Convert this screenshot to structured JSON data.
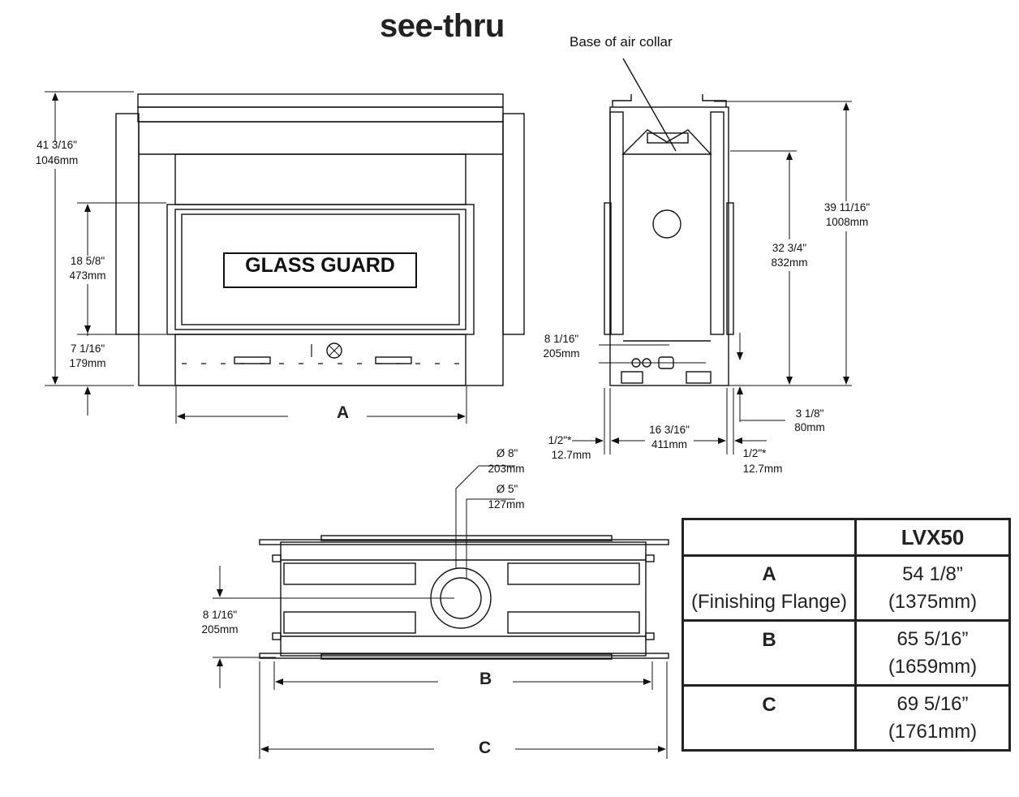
{
  "title": "see-thru",
  "front_view": {
    "glass_label": "GLASS GUARD",
    "dim_total_height": {
      "imperial": "41 3/16\"",
      "metric": "1046mm"
    },
    "dim_glass_height": {
      "imperial": "18 5/8\"",
      "metric": "473mm"
    },
    "dim_base_height": {
      "imperial": "7 1/16\"",
      "metric": "179mm"
    },
    "width_letter": "A"
  },
  "side_view": {
    "air_collar_label": "Base of air collar",
    "dim_total_height": {
      "imperial": "39 11/16\"",
      "metric": "1008mm"
    },
    "dim_collar_height": {
      "imperial": "32 3/4\"",
      "metric": "832mm"
    },
    "dim_gas_height": {
      "imperial": "8 1/16\"",
      "metric": "205mm"
    },
    "dim_bottom": {
      "imperial": "3 1/8\"",
      "metric": "80mm"
    },
    "dim_depth": {
      "imperial": "16 3/16\"",
      "metric": "411mm"
    },
    "dim_left_offset": {
      "imperial": "1/2\"*",
      "metric": "12.7mm"
    },
    "dim_right_offset": {
      "imperial": "1/2\"*",
      "metric": "12.7mm"
    }
  },
  "top_view": {
    "dim_vent_outer": {
      "imperial": "Ø 8\"",
      "metric": "203mm"
    },
    "dim_vent_inner": {
      "imperial": "Ø 5\"",
      "metric": "127mm"
    },
    "dim_depth": {
      "imperial": "8 1/16\"",
      "metric": "205mm"
    },
    "width_letter_b": "B",
    "width_letter_c": "C"
  },
  "spec_table": {
    "model_header": "LVX50",
    "rows": [
      {
        "letter": "A",
        "sub": "(Finishing Flange)",
        "imperial": "54 1/8”",
        "metric": "(1375mm)"
      },
      {
        "letter": "B",
        "sub": "",
        "imperial": "65 5/16”",
        "metric": "(1659mm)"
      },
      {
        "letter": "C",
        "sub": "",
        "imperial": "69 5/16”",
        "metric": "(1761mm)"
      }
    ]
  }
}
